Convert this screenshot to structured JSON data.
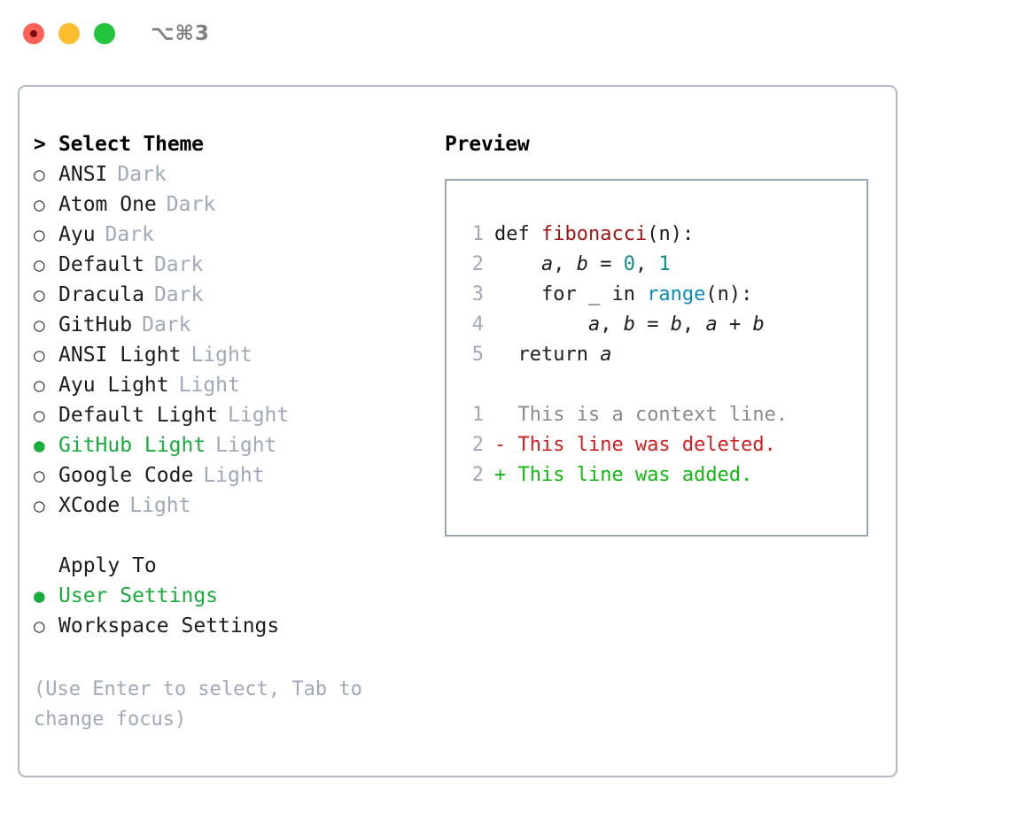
{
  "window": {
    "title": "⌥⌘3",
    "controls": [
      {
        "name": "close",
        "color": "#ff6159"
      },
      {
        "name": "minimize",
        "color": "#fcbd2e"
      },
      {
        "name": "zoom",
        "color": "#23c53c"
      }
    ]
  },
  "theme_picker": {
    "heading": "Select Theme",
    "caret": ">",
    "bullet_unselected": "○",
    "bullet_selected": "●",
    "items": [
      {
        "label": "ANSI",
        "variant": "Dark",
        "selected": false
      },
      {
        "label": "Atom One",
        "variant": "Dark",
        "selected": false
      },
      {
        "label": "Ayu",
        "variant": "Dark",
        "selected": false
      },
      {
        "label": "Default",
        "variant": "Dark",
        "selected": false
      },
      {
        "label": "Dracula",
        "variant": "Dark",
        "selected": false
      },
      {
        "label": "GitHub",
        "variant": "Dark",
        "selected": false
      },
      {
        "label": "ANSI Light",
        "variant": "Light",
        "selected": false
      },
      {
        "label": "Ayu Light",
        "variant": "Light",
        "selected": false
      },
      {
        "label": "Default Light",
        "variant": "Light",
        "selected": false
      },
      {
        "label": "GitHub Light",
        "variant": "Light",
        "selected": true
      },
      {
        "label": "Google Code",
        "variant": "Light",
        "selected": false
      },
      {
        "label": "XCode",
        "variant": "Light",
        "selected": false
      }
    ]
  },
  "apply_to": {
    "heading": "Apply To",
    "options": [
      {
        "label": "User Settings",
        "selected": true
      },
      {
        "label": "Workspace Settings",
        "selected": false
      }
    ]
  },
  "hint": "(Use Enter to select, Tab to change focus)",
  "preview": {
    "title": "Preview",
    "code_lines": [
      {
        "num": "1",
        "tokens": [
          {
            "t": "def ",
            "k": "kw"
          },
          {
            "t": "fibonacci",
            "k": "fn"
          },
          {
            "t": "(n):",
            "k": "plain"
          }
        ]
      },
      {
        "num": "2",
        "tokens": [
          {
            "t": "    ",
            "k": "plain"
          },
          {
            "t": "a",
            "k": "var"
          },
          {
            "t": ", ",
            "k": "plain"
          },
          {
            "t": "b",
            "k": "var"
          },
          {
            "t": " = ",
            "k": "plain"
          },
          {
            "t": "0",
            "k": "num"
          },
          {
            "t": ", ",
            "k": "plain"
          },
          {
            "t": "1",
            "k": "num"
          }
        ]
      },
      {
        "num": "3",
        "tokens": [
          {
            "t": "    for _ in ",
            "k": "plain"
          },
          {
            "t": "range",
            "k": "builtin"
          },
          {
            "t": "(n):",
            "k": "plain"
          }
        ]
      },
      {
        "num": "4",
        "tokens": [
          {
            "t": "        ",
            "k": "plain"
          },
          {
            "t": "a",
            "k": "var"
          },
          {
            "t": ", ",
            "k": "plain"
          },
          {
            "t": "b",
            "k": "var"
          },
          {
            "t": " = ",
            "k": "plain"
          },
          {
            "t": "b",
            "k": "var"
          },
          {
            "t": ", ",
            "k": "plain"
          },
          {
            "t": "a",
            "k": "var"
          },
          {
            "t": " + ",
            "k": "plain"
          },
          {
            "t": "b",
            "k": "var"
          }
        ]
      },
      {
        "num": "5",
        "tokens": [
          {
            "t": "  return ",
            "k": "plain"
          },
          {
            "t": "a",
            "k": "var"
          }
        ]
      }
    ],
    "diff_lines": [
      {
        "num": "1",
        "marker": " ",
        "text": "This is a context line.",
        "kind": "context"
      },
      {
        "num": "2",
        "marker": "-",
        "text": "This line was deleted.",
        "kind": "deleted"
      },
      {
        "num": "2",
        "marker": "+",
        "text": "This line was added.",
        "kind": "added"
      }
    ]
  },
  "colors": {
    "accent_green": "#1aac3c",
    "muted": "#9fa9b8",
    "panel_border": "#b2bac6",
    "preview_border": "#9aa5b3",
    "syntax_function": "#a31515",
    "syntax_number": "#0e8d86",
    "syntax_builtin": "#0b8bbd",
    "diff_added": "#13b813",
    "diff_deleted": "#cf2020",
    "diff_context": "#8a8a8a"
  }
}
